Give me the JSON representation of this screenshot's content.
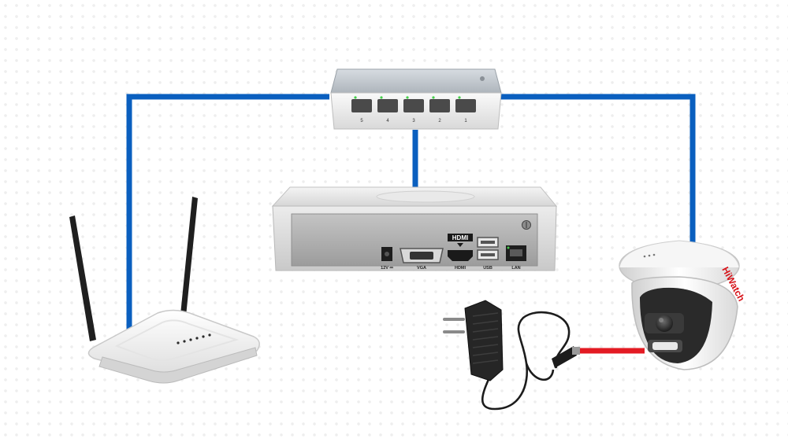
{
  "colors": {
    "network_cable": "#0a5fbf",
    "power_cable": "#e31b23",
    "brand_red": "#d7141a"
  },
  "icons": [
    "router-icon",
    "network-switch-icon",
    "nvr-recorder-icon",
    "dome-camera-icon",
    "power-adapter-icon"
  ],
  "switch": {
    "port_numbers": [
      "5",
      "4",
      "3",
      "2",
      "1"
    ]
  },
  "nvr": {
    "power_label": "12V ⎓",
    "vga_label": "VGA",
    "hdmi_label": "HDMI",
    "hdmi_plate": "HDMI",
    "usb_label": "USB",
    "lan_label": "LAN"
  },
  "camera": {
    "brand": "HiWatch"
  }
}
